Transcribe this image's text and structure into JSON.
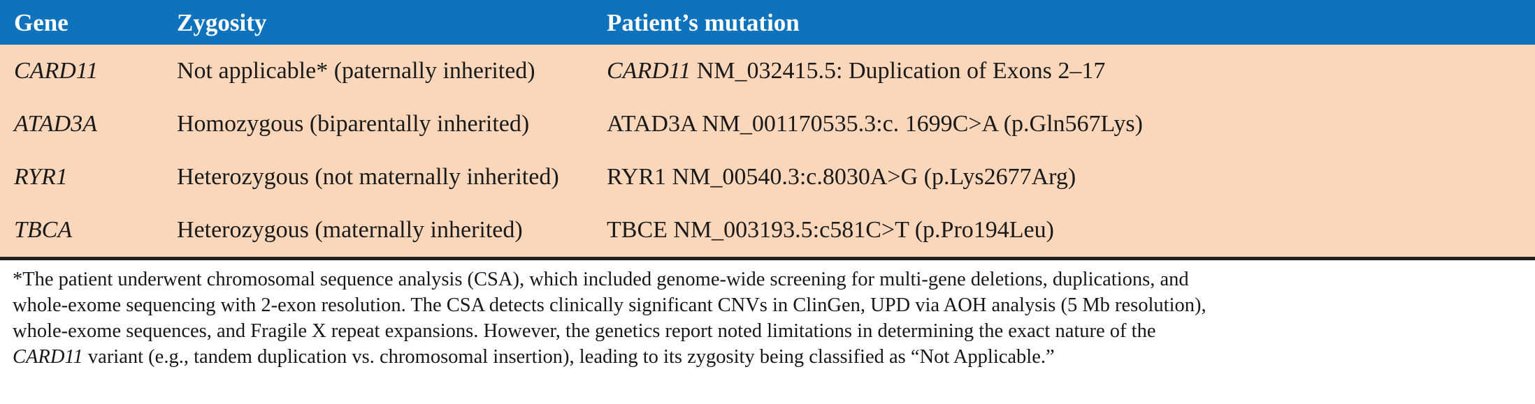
{
  "table": {
    "header": {
      "columns": [
        {
          "label": "Gene"
        },
        {
          "label": "Zygosity"
        },
        {
          "label": "Patient’s mutation"
        }
      ],
      "background_color": "#0f72bd",
      "text_color": "#ffffff"
    },
    "body": {
      "background_color": "#fad7bb",
      "text_color": "#1a1a1a",
      "rows": [
        {
          "gene": "CARD11",
          "zygosity": "Not applicable* (paternally inherited)",
          "mutation_gene": "CARD11",
          "mutation_rest": " NM_032415.5: Duplication of Exons 2–17"
        },
        {
          "gene": "ATAD3A",
          "zygosity": "Homozygous (biparentally inherited)",
          "mutation_gene": "",
          "mutation_rest": "ATAD3A NM_001170535.3:c. 1699C>A (p.Gln567Lys)"
        },
        {
          "gene": "RYR1",
          "zygosity": "Heterozygous (not maternally inherited)",
          "mutation_gene": "",
          "mutation_rest": "RYR1 NM_00540.3:c.8030A>G (p.Lys2677Arg)"
        },
        {
          "gene": "TBCA",
          "zygosity": "Heterozygous (maternally inherited)",
          "mutation_gene": "",
          "mutation_rest": "TBCE NM_003193.5:c581C>T (p.Pro194Leu)"
        }
      ]
    },
    "rule_color": "#231f20"
  },
  "footnote": {
    "line1": "*The patient underwent chromosomal sequence analysis (CSA), which included genome-wide screening for multi-gene deletions, duplications, and",
    "line2": "whole-exome sequencing with 2-exon resolution. The CSA detects clinically significant CNVs in ClinGen, UPD via AOH analysis (5 Mb resolution),",
    "line3": "whole-exome sequences, and Fragile X repeat expansions. However, the genetics report noted limitations in determining the exact nature of the",
    "line4_gene": "CARD11",
    "line4_rest": " variant (e.g., tandem duplication vs. chromosomal insertion), leading to its zygosity being classified as “Not Applicable.”"
  }
}
